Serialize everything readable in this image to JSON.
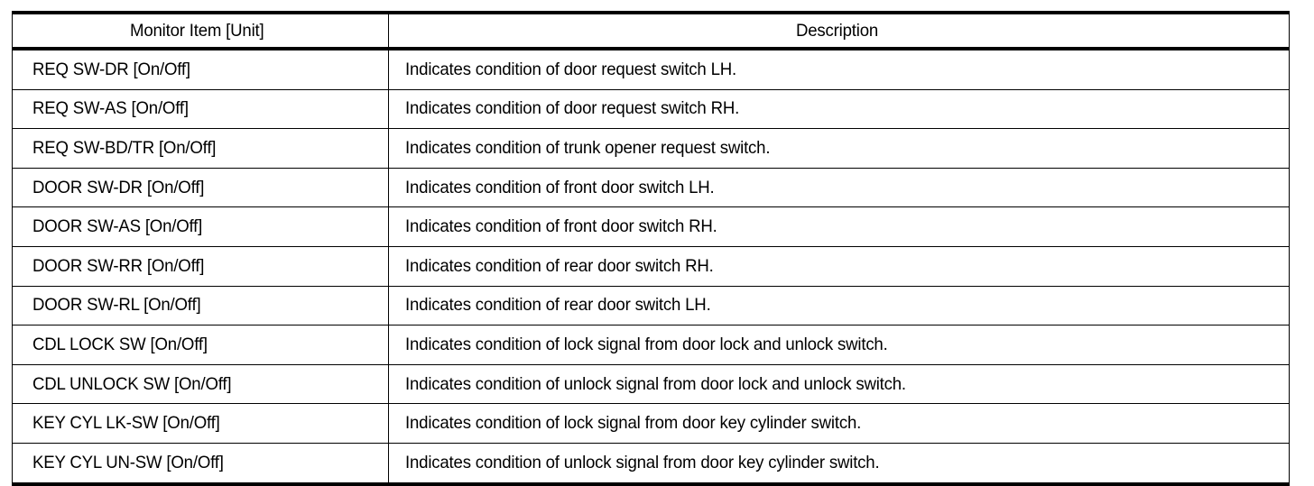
{
  "table": {
    "columns": [
      {
        "key": "item",
        "label": "Monitor Item [Unit]",
        "align": "center"
      },
      {
        "key": "description",
        "label": "Description",
        "align": "center"
      }
    ],
    "rows": [
      {
        "item": "REQ SW-DR [On/Off]",
        "description": "Indicates condition of door request switch LH."
      },
      {
        "item": "REQ SW-AS [On/Off]",
        "description": "Indicates condition of door request switch RH."
      },
      {
        "item": "REQ SW-BD/TR [On/Off]",
        "description": "Indicates condition of trunk opener request switch."
      },
      {
        "item": "DOOR SW-DR [On/Off]",
        "description": "Indicates condition of front door switch LH."
      },
      {
        "item": "DOOR SW-AS [On/Off]",
        "description": "Indicates condition of front door switch RH."
      },
      {
        "item": "DOOR SW-RR [On/Off]",
        "description": "Indicates condition of rear door switch RH."
      },
      {
        "item": "DOOR SW-RL [On/Off]",
        "description": "Indicates condition of rear door switch LH."
      },
      {
        "item": "CDL LOCK SW [On/Off]",
        "description": "Indicates condition of lock signal from door lock and unlock switch."
      },
      {
        "item": "CDL UNLOCK SW [On/Off]",
        "description": "Indicates condition of unlock signal from door lock and unlock switch."
      },
      {
        "item": "KEY CYL LK-SW [On/Off]",
        "description": "Indicates condition of lock signal from door key cylinder switch."
      },
      {
        "item": "KEY CYL UN-SW [On/Off]",
        "description": "Indicates condition of unlock signal from door key cylinder switch."
      }
    ]
  },
  "colors": {
    "rule": "#000000",
    "text": "#000000",
    "background": "#ffffff"
  }
}
